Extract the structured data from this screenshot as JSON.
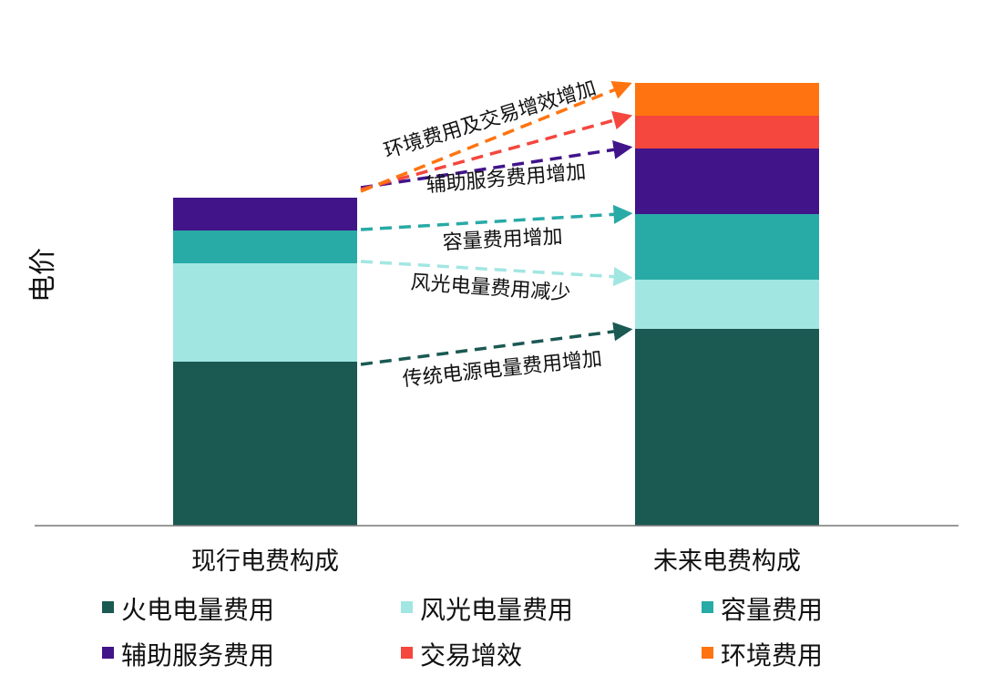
{
  "chart_data": {
    "type": "bar",
    "stacked": true,
    "title": "",
    "xlabel": "",
    "ylabel": "电价",
    "ylim": [
      0,
      14
    ],
    "grid": false,
    "legend_position": "bottom",
    "categories": [
      "现行电费构成",
      "未来电费构成"
    ],
    "series": [
      {
        "name": "火电电量费用",
        "color": "#1b5953",
        "values": [
          5,
          6
        ]
      },
      {
        "name": "风光电量费用",
        "color": "#a2e6e2",
        "values": [
          3,
          1.5
        ]
      },
      {
        "name": "容量费用",
        "color": "#28aaa6",
        "values": [
          1,
          2
        ]
      },
      {
        "name": "辅助服务费用",
        "color": "#41148a",
        "values": [
          1,
          2
        ]
      },
      {
        "name": "交易增效",
        "color": "#f5473d",
        "values": [
          0,
          1
        ]
      },
      {
        "name": "环境费用",
        "color": "#ff7410",
        "values": [
          0,
          1
        ]
      }
    ],
    "annotations": [
      {
        "text": "环境费用及交易增效增加"
      },
      {
        "text": "辅助服务费用增加"
      },
      {
        "text": "容量费用增加"
      },
      {
        "text": "风光电量费用减少"
      },
      {
        "text": "传统电源电量费用增加"
      }
    ]
  }
}
